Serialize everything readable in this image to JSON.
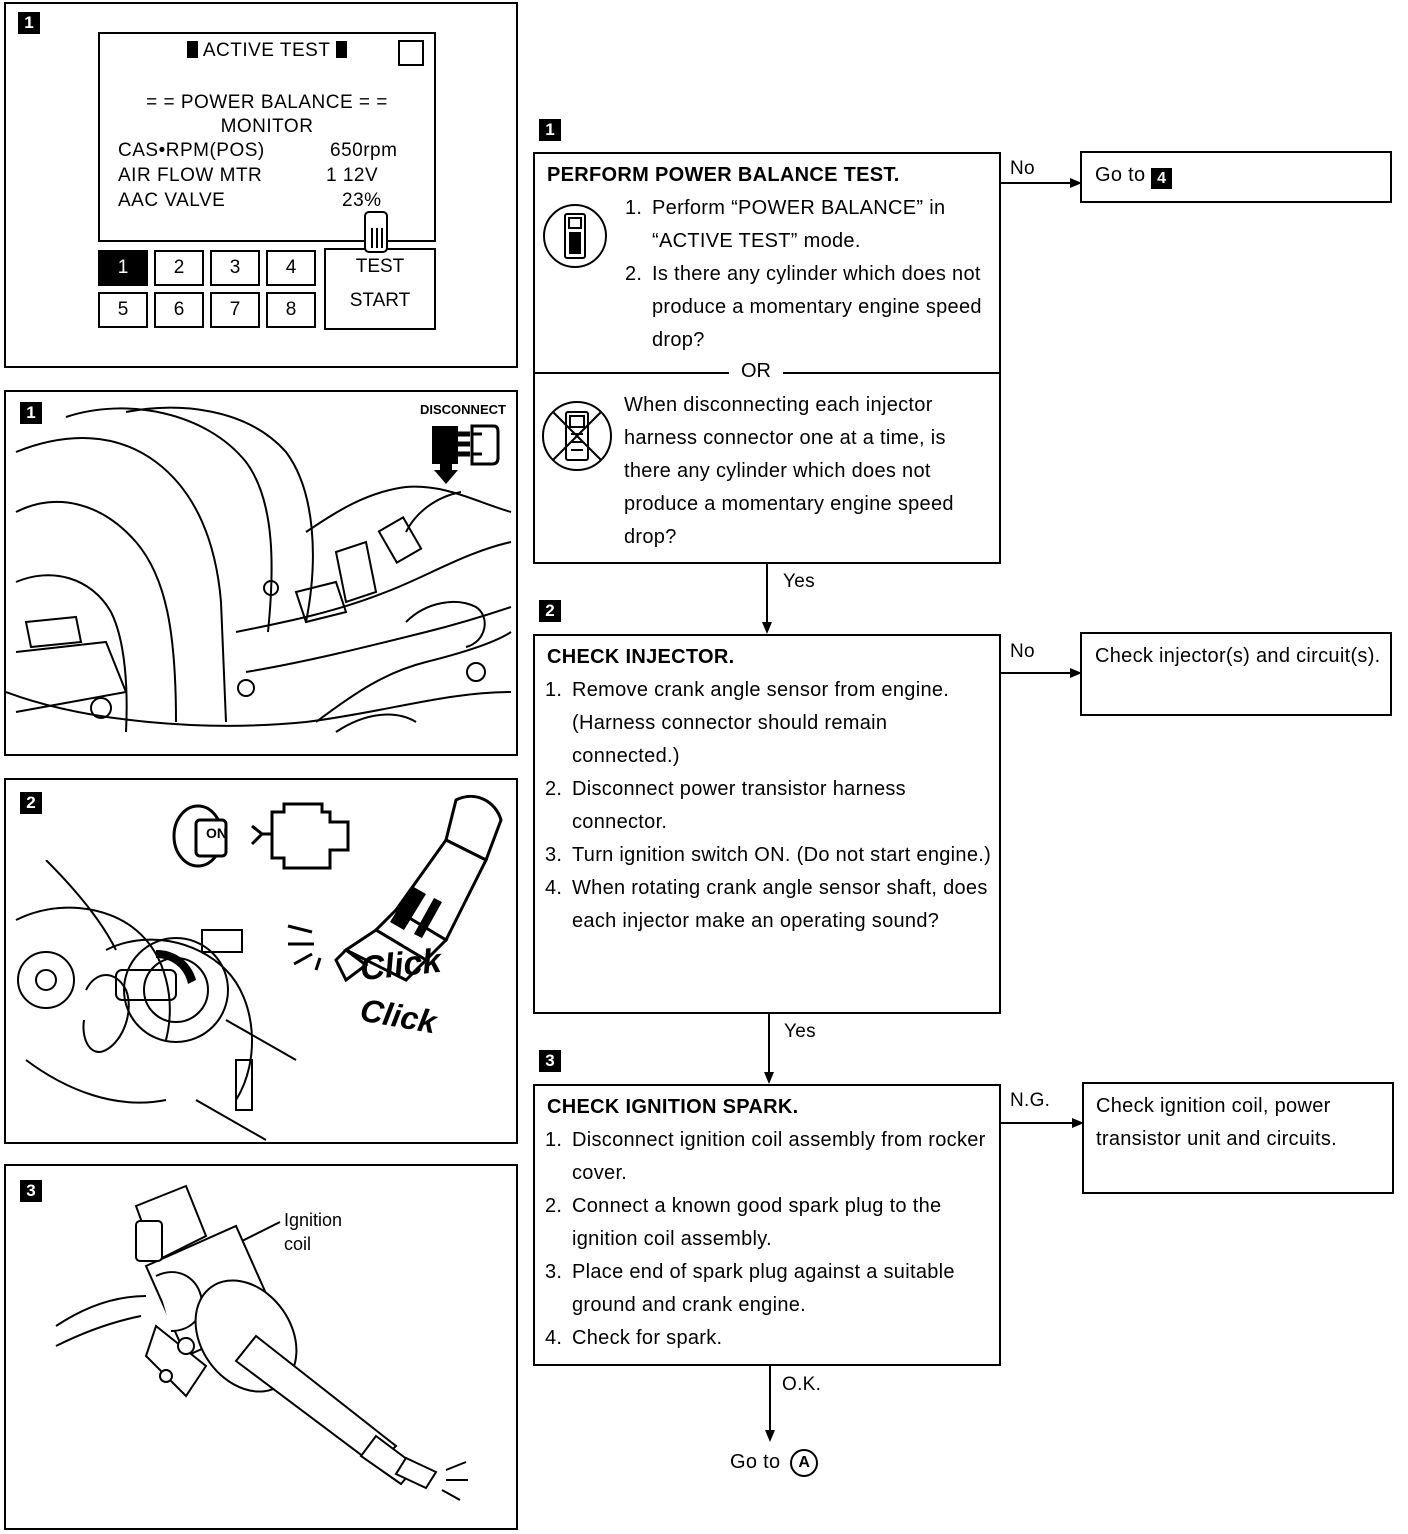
{
  "left_panels": {
    "consult": {
      "badge": "1",
      "screen_title": "ACTIVE TEST",
      "heading_line1": "POWER BALANCE",
      "heading_line2": "MONITOR",
      "monitor_rows": [
        {
          "label": "CAS•RPM(POS)",
          "value": "650rpm"
        },
        {
          "label": "AIR FLOW MTR",
          "value": "1 12V"
        },
        {
          "label": "AAC VALVE",
          "value": "23%"
        }
      ],
      "cylinder_keys_row1": [
        "1",
        "2",
        "3",
        "4"
      ],
      "cylinder_keys_row2": [
        "5",
        "6",
        "7",
        "8"
      ],
      "active_key": "1",
      "test_start_line1": "TEST",
      "test_start_line2": "START"
    },
    "disconnect_illustration": {
      "badge": "1",
      "label": "DISCONNECT"
    },
    "injector_click_illustration": {
      "badge": "2",
      "key_label": "ON",
      "click1": "Click",
      "click2": "Click"
    },
    "ignition_coil_illustration": {
      "badge": "3",
      "callout_line1": "Ignition",
      "callout_line2": "coil"
    }
  },
  "flow": {
    "step1": {
      "badge": "1",
      "title": "PERFORM POWER BALANCE TEST.",
      "items": [
        {
          "n": "1.",
          "text": "Perform “POWER BALANCE” in “ACTIVE TEST” mode."
        },
        {
          "n": "2.",
          "text": "Is there any cylinder which does not produce a momentary engine speed drop?"
        }
      ],
      "or_label": "OR",
      "alt_text": "When disconnecting each injector harness connector one at a time, is there any cylinder which does not produce a momentary engine speed drop?",
      "no_label": "No",
      "no_result_prefix": "Go to",
      "no_result_badge": "4",
      "yes_label": "Yes"
    },
    "step2": {
      "badge": "2",
      "title": "CHECK INJECTOR.",
      "items": [
        {
          "n": "1.",
          "text": "Remove crank angle sensor from engine. (Harness connector should remain connected.)"
        },
        {
          "n": "2.",
          "text": "Disconnect power transistor harness connector."
        },
        {
          "n": "3.",
          "text": "Turn ignition switch ON. (Do not start engine.)"
        },
        {
          "n": "4.",
          "text": "When rotating crank angle sensor shaft, does each injector make an operating sound?"
        }
      ],
      "no_label": "No",
      "no_result": "Check injector(s) and circuit(s).",
      "yes_label": "Yes"
    },
    "step3": {
      "badge": "3",
      "title": "CHECK IGNITION SPARK.",
      "items": [
        {
          "n": "1.",
          "text": "Disconnect ignition coil assembly from rocker cover."
        },
        {
          "n": "2.",
          "text": "Connect a known good spark plug to the ignition coil assembly."
        },
        {
          "n": "3.",
          "text": "Place end of spark plug against a suitable ground and crank engine."
        },
        {
          "n": "4.",
          "text": "Check for spark."
        }
      ],
      "ng_label": "N.G.",
      "ng_result": "Check ignition coil, power transistor unit and circuits.",
      "ok_label": "O.K.",
      "ok_result_prefix": "Go to",
      "ok_result_circle": "A"
    }
  }
}
